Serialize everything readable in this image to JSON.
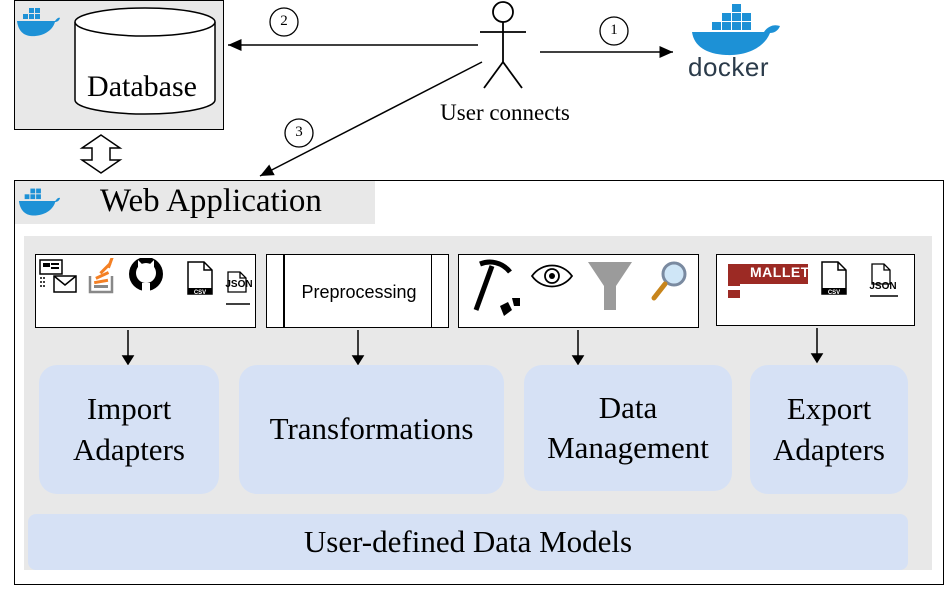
{
  "database": {
    "label": "Database"
  },
  "user": {
    "label": "User connects"
  },
  "docker": {
    "wordmark": "docker"
  },
  "steps": [
    "1",
    "2",
    "3"
  ],
  "web_app": {
    "title": "Web Application"
  },
  "tools": {
    "import": {
      "icons": [
        "email-icon",
        "stackoverflow-icon",
        "github-icon",
        "csv-file-icon",
        "json-file-icon"
      ],
      "csv": "CSV",
      "json": "JSON"
    },
    "transform": {
      "label": "Preprocessing"
    },
    "manage": {
      "icons": [
        "pickaxe-icon",
        "eye-icon",
        "filter-icon",
        "magnifier-icon"
      ]
    },
    "export": {
      "icons": [
        "mallet-logo",
        "csv-file-icon",
        "json-file-icon"
      ],
      "csv": "CSV",
      "json": "JSON",
      "mallet": "MALLET"
    }
  },
  "modules": {
    "import": [
      "Import",
      "Adapters"
    ],
    "transform": "Transformations",
    "manage": [
      "Data",
      "Management"
    ],
    "export": [
      "Export",
      "Adapters"
    ]
  },
  "models": {
    "label": "User-defined Data Models"
  },
  "colors": {
    "module_fill": "#d6e1f5",
    "panel_gray": "#e8e8e8",
    "docker_blue": "#1d91d6"
  }
}
